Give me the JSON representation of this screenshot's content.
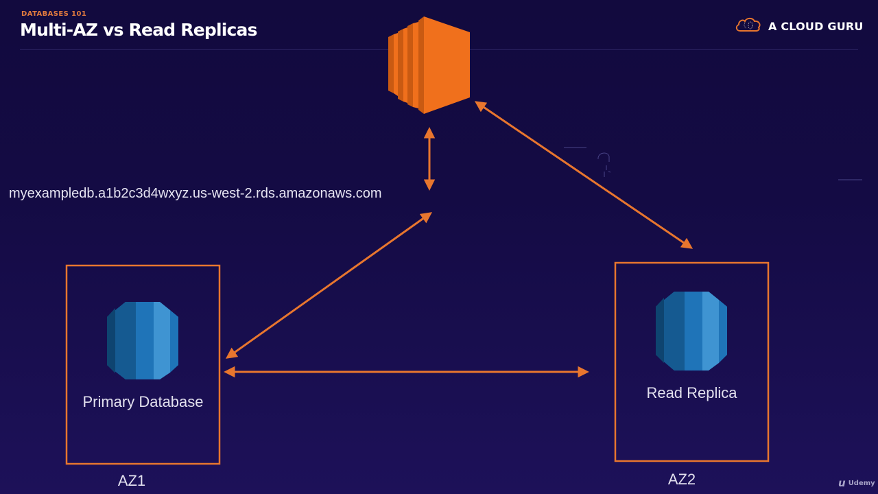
{
  "header": {
    "kicker": "DATABASES 101",
    "title": "Multi-AZ vs Read Replicas",
    "brand": "A CLOUD GURU",
    "brand_icon": "cloud-icon"
  },
  "colors": {
    "accent": "#e8762e",
    "kicker": "#e07a3e",
    "ec2_orange": "#f0701c",
    "rds_blue": "#1f74b8",
    "background": "#140b44"
  },
  "diagram": {
    "compute_icon": "ec2-instance-icon",
    "endpoint": "myexampledb.a1b2c3d4wxyz.us-west-2.rds.amazonaws.com",
    "zones": [
      {
        "az": "AZ1",
        "db_label": "Primary Database",
        "db_icon": "rds-database-icon"
      },
      {
        "az": "AZ2",
        "db_label": "Read Replica",
        "db_icon": "rds-database-icon"
      }
    ],
    "connections": [
      {
        "from": "ec2-instance",
        "to": "endpoint",
        "direction": "bidirectional"
      },
      {
        "from": "endpoint",
        "to": "primary-database",
        "direction": "bidirectional"
      },
      {
        "from": "primary-database",
        "to": "read-replica",
        "direction": "bidirectional"
      },
      {
        "from": "ec2-instance",
        "to": "read-replica",
        "direction": "bidirectional"
      }
    ]
  },
  "watermark": {
    "label": "Udemy"
  }
}
